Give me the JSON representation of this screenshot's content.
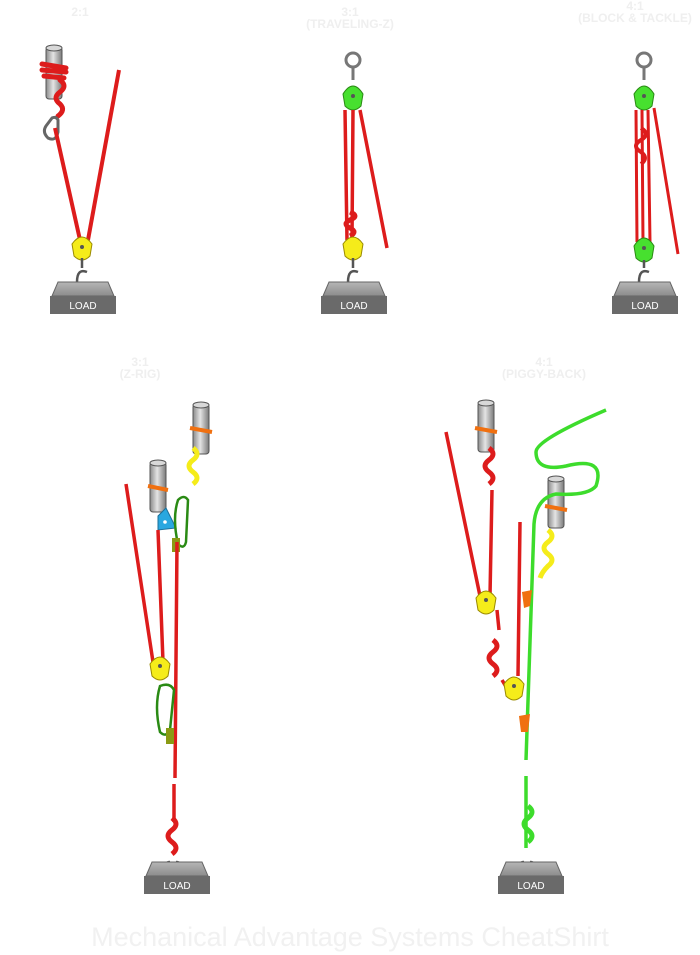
{
  "systems": [
    {
      "ratio": "2:1",
      "name": ""
    },
    {
      "ratio": "3:1",
      "name": "(TRAVELING-Z)"
    },
    {
      "ratio": "4:1",
      "name": "(BLOCK & TACKLE)"
    },
    {
      "ratio": "3:1",
      "name": "(Z-RIG)"
    },
    {
      "ratio": "4:1",
      "name": "(PIGGY-BACK)"
    }
  ],
  "load_label": "LOAD",
  "footer": "Mechanical Advantage Systems CheatShirt",
  "colors": {
    "main_rope": "#dd1c1c",
    "piggy_rope": "#3ddc2c",
    "pulley_yellow": "#f5ec1a",
    "pulley_green": "#47e02f",
    "prusik_orange": "#f07010",
    "cam_blue": "#29a7e0",
    "carabiner_olive": "#8a9a14",
    "load_block": "#6a6a6a",
    "title_text": "#efefef"
  }
}
